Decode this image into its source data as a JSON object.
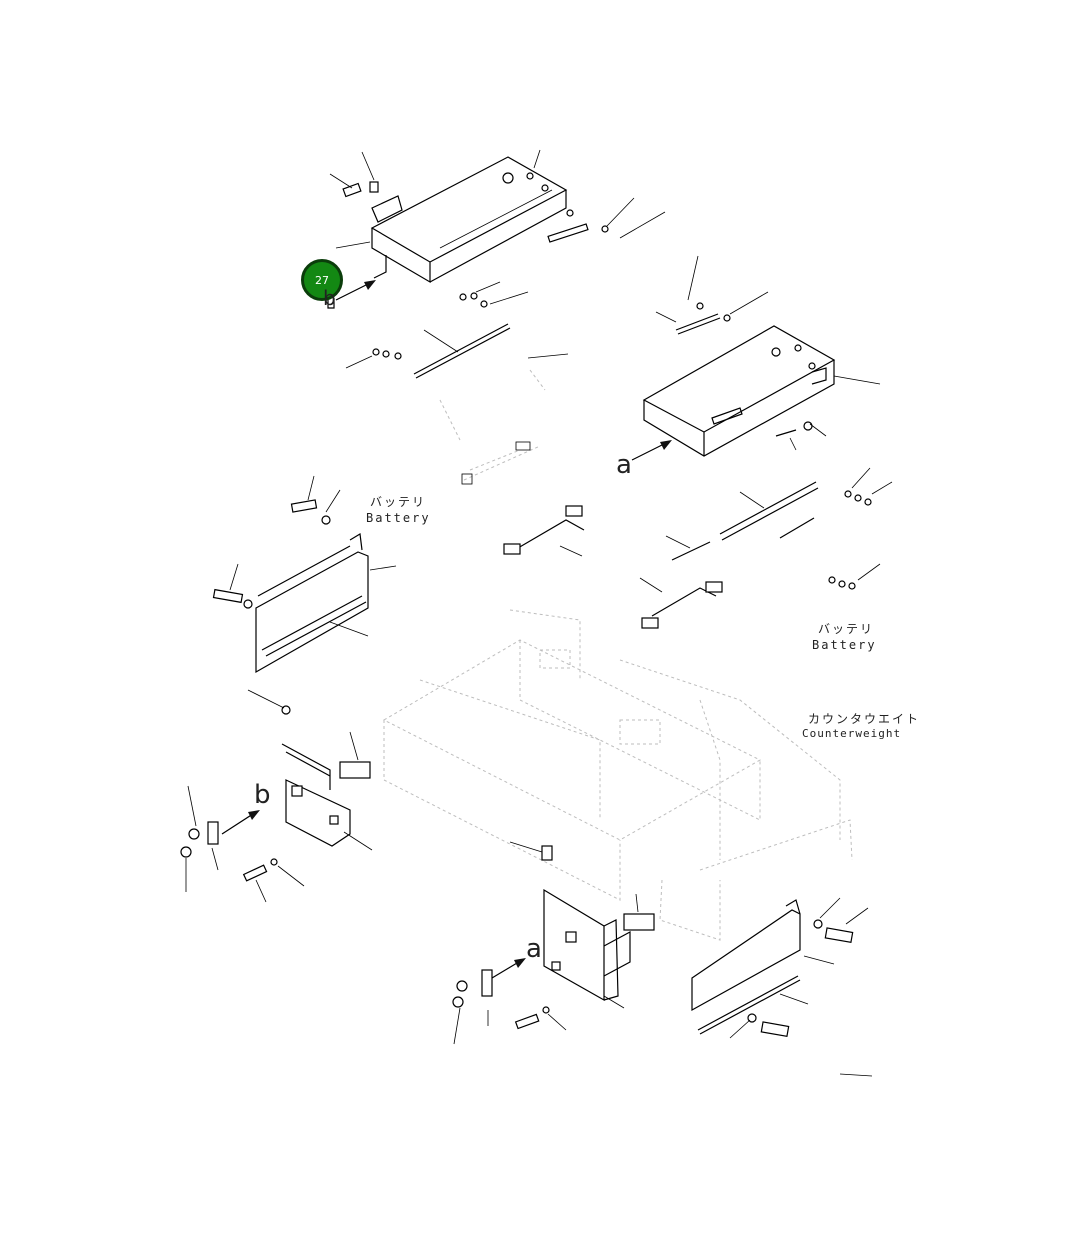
{
  "callout": {
    "number": "27",
    "color": "#138813"
  },
  "labels": {
    "battery_jp_1": "バッテリ",
    "battery_en_1": "Battery",
    "battery_jp_2": "バッテリ",
    "battery_en_2": "Battery",
    "counterweight_jp": "カウンタウエイト",
    "counterweight_en": "Counterweight"
  },
  "view_letters": {
    "b_top": "b",
    "a_mid": "a",
    "b_left": "b",
    "a_bottom": "a"
  }
}
